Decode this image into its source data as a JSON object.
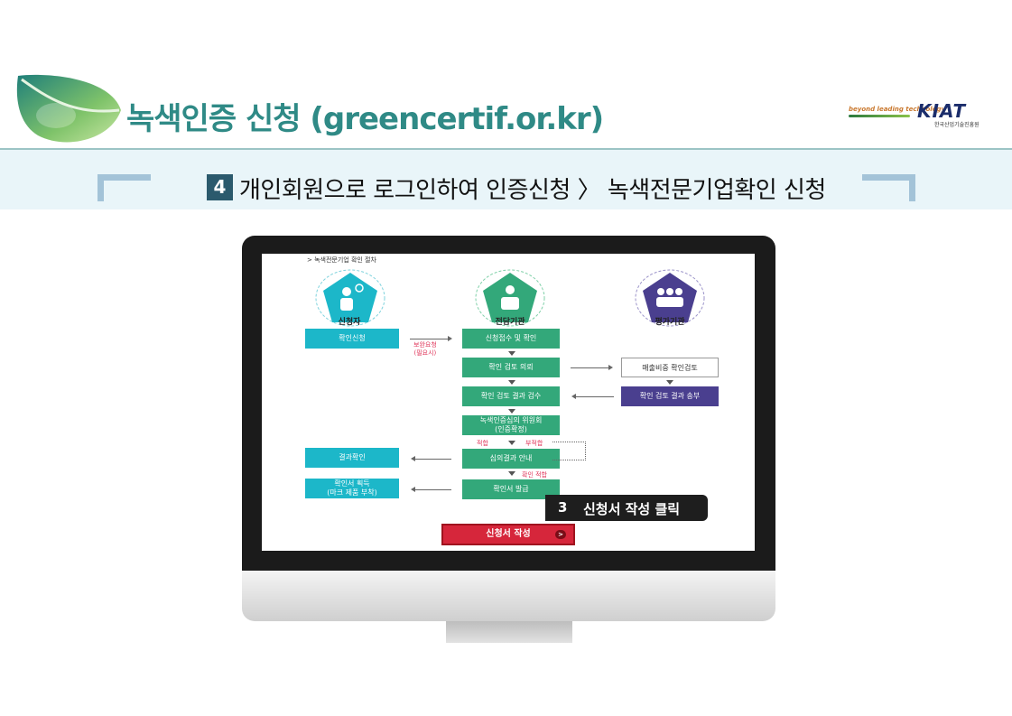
{
  "header": {
    "title": "녹색인증 신청 (greencertif.or.kr)",
    "logo": {
      "tagline": "beyond leading technology",
      "brand": "KIAT",
      "subtitle": "한국산업기술진흥원"
    }
  },
  "step": {
    "number": "4",
    "text": "개인회원으로 로그인하여 인증신청 〉 녹색전문기업확인 신청"
  },
  "screen": {
    "heading": "> 녹색전문기업 확인 절차",
    "roles": {
      "applicant": "신청자",
      "agency": "전담기관",
      "evaluator": "평가기관"
    },
    "boxes": {
      "confirm_apply": "확인신청",
      "doc_check": "신청접수 및 확인",
      "review_request": "확인 검토 의뢰",
      "sales_check": "매출비중 확인검토",
      "result_send": "확인 검토 결과 송부",
      "result_review": "확인 검토 결과 검수",
      "committee_line1": "녹색인증심의 위원회",
      "committee_line2": "(인증확정)",
      "result_notice": "심의결과 안내",
      "issue": "확인서 발급",
      "result_check": "결과확인",
      "receive_line1": "확인서 획득",
      "receive_line2": "(마크 제품 부착)"
    },
    "notes": {
      "supplement_line1": "보완요청",
      "supplement_line2": "(필요시)",
      "pass": "적합",
      "fail": "부적합",
      "confirm_pass": "확인 적합"
    },
    "callout": {
      "step": "3",
      "text": "신청서 작성 클릭"
    },
    "apply_button": "신청서 작성",
    "apply_button_icon": ">"
  },
  "colors": {
    "title": "#2f8a86",
    "teal": "#1cb7c9",
    "green": "#33a87a",
    "purple": "#4a3f8f",
    "button_red": "#d6263b"
  }
}
